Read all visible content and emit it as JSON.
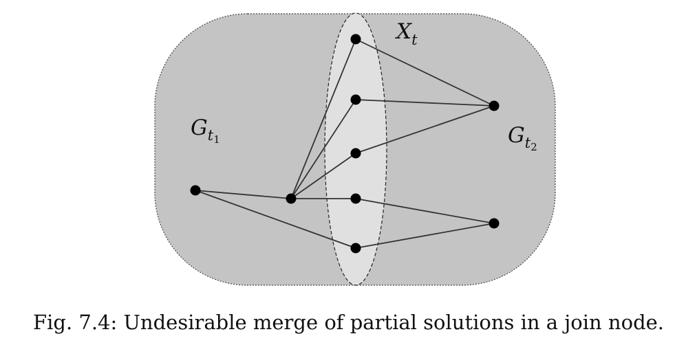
{
  "labels": {
    "separator": {
      "base": "X",
      "sub": "t"
    },
    "left_graph": {
      "base": "G",
      "sub": "t",
      "subsub": "1"
    },
    "right_graph": {
      "base": "G",
      "sub": "t",
      "subsub": "2"
    }
  },
  "caption": "Fig. 7.4: Undesirable merge of partial solutions in a join node.",
  "colors": {
    "outer_region": "#c4c4c4",
    "separator_region": "#e0e0e0",
    "edge": "#333333",
    "node": "#000000"
  },
  "graph": {
    "nodes": [
      {
        "id": "L1",
        "region": "G_t1"
      },
      {
        "id": "L2",
        "region": "G_t1"
      },
      {
        "id": "X1",
        "region": "X_t"
      },
      {
        "id": "X2",
        "region": "X_t"
      },
      {
        "id": "X3",
        "region": "X_t"
      },
      {
        "id": "X4",
        "region": "X_t"
      },
      {
        "id": "X5",
        "region": "X_t"
      },
      {
        "id": "R1",
        "region": "G_t2"
      },
      {
        "id": "R2",
        "region": "G_t2"
      }
    ],
    "edges": [
      [
        "L1",
        "L2"
      ],
      [
        "L1",
        "X5"
      ],
      [
        "L2",
        "X1"
      ],
      [
        "L2",
        "X2"
      ],
      [
        "L2",
        "X3"
      ],
      [
        "L2",
        "X4"
      ],
      [
        "X1",
        "R1"
      ],
      [
        "X2",
        "R1"
      ],
      [
        "X3",
        "R1"
      ],
      [
        "X4",
        "R2"
      ],
      [
        "X5",
        "R2"
      ]
    ]
  }
}
